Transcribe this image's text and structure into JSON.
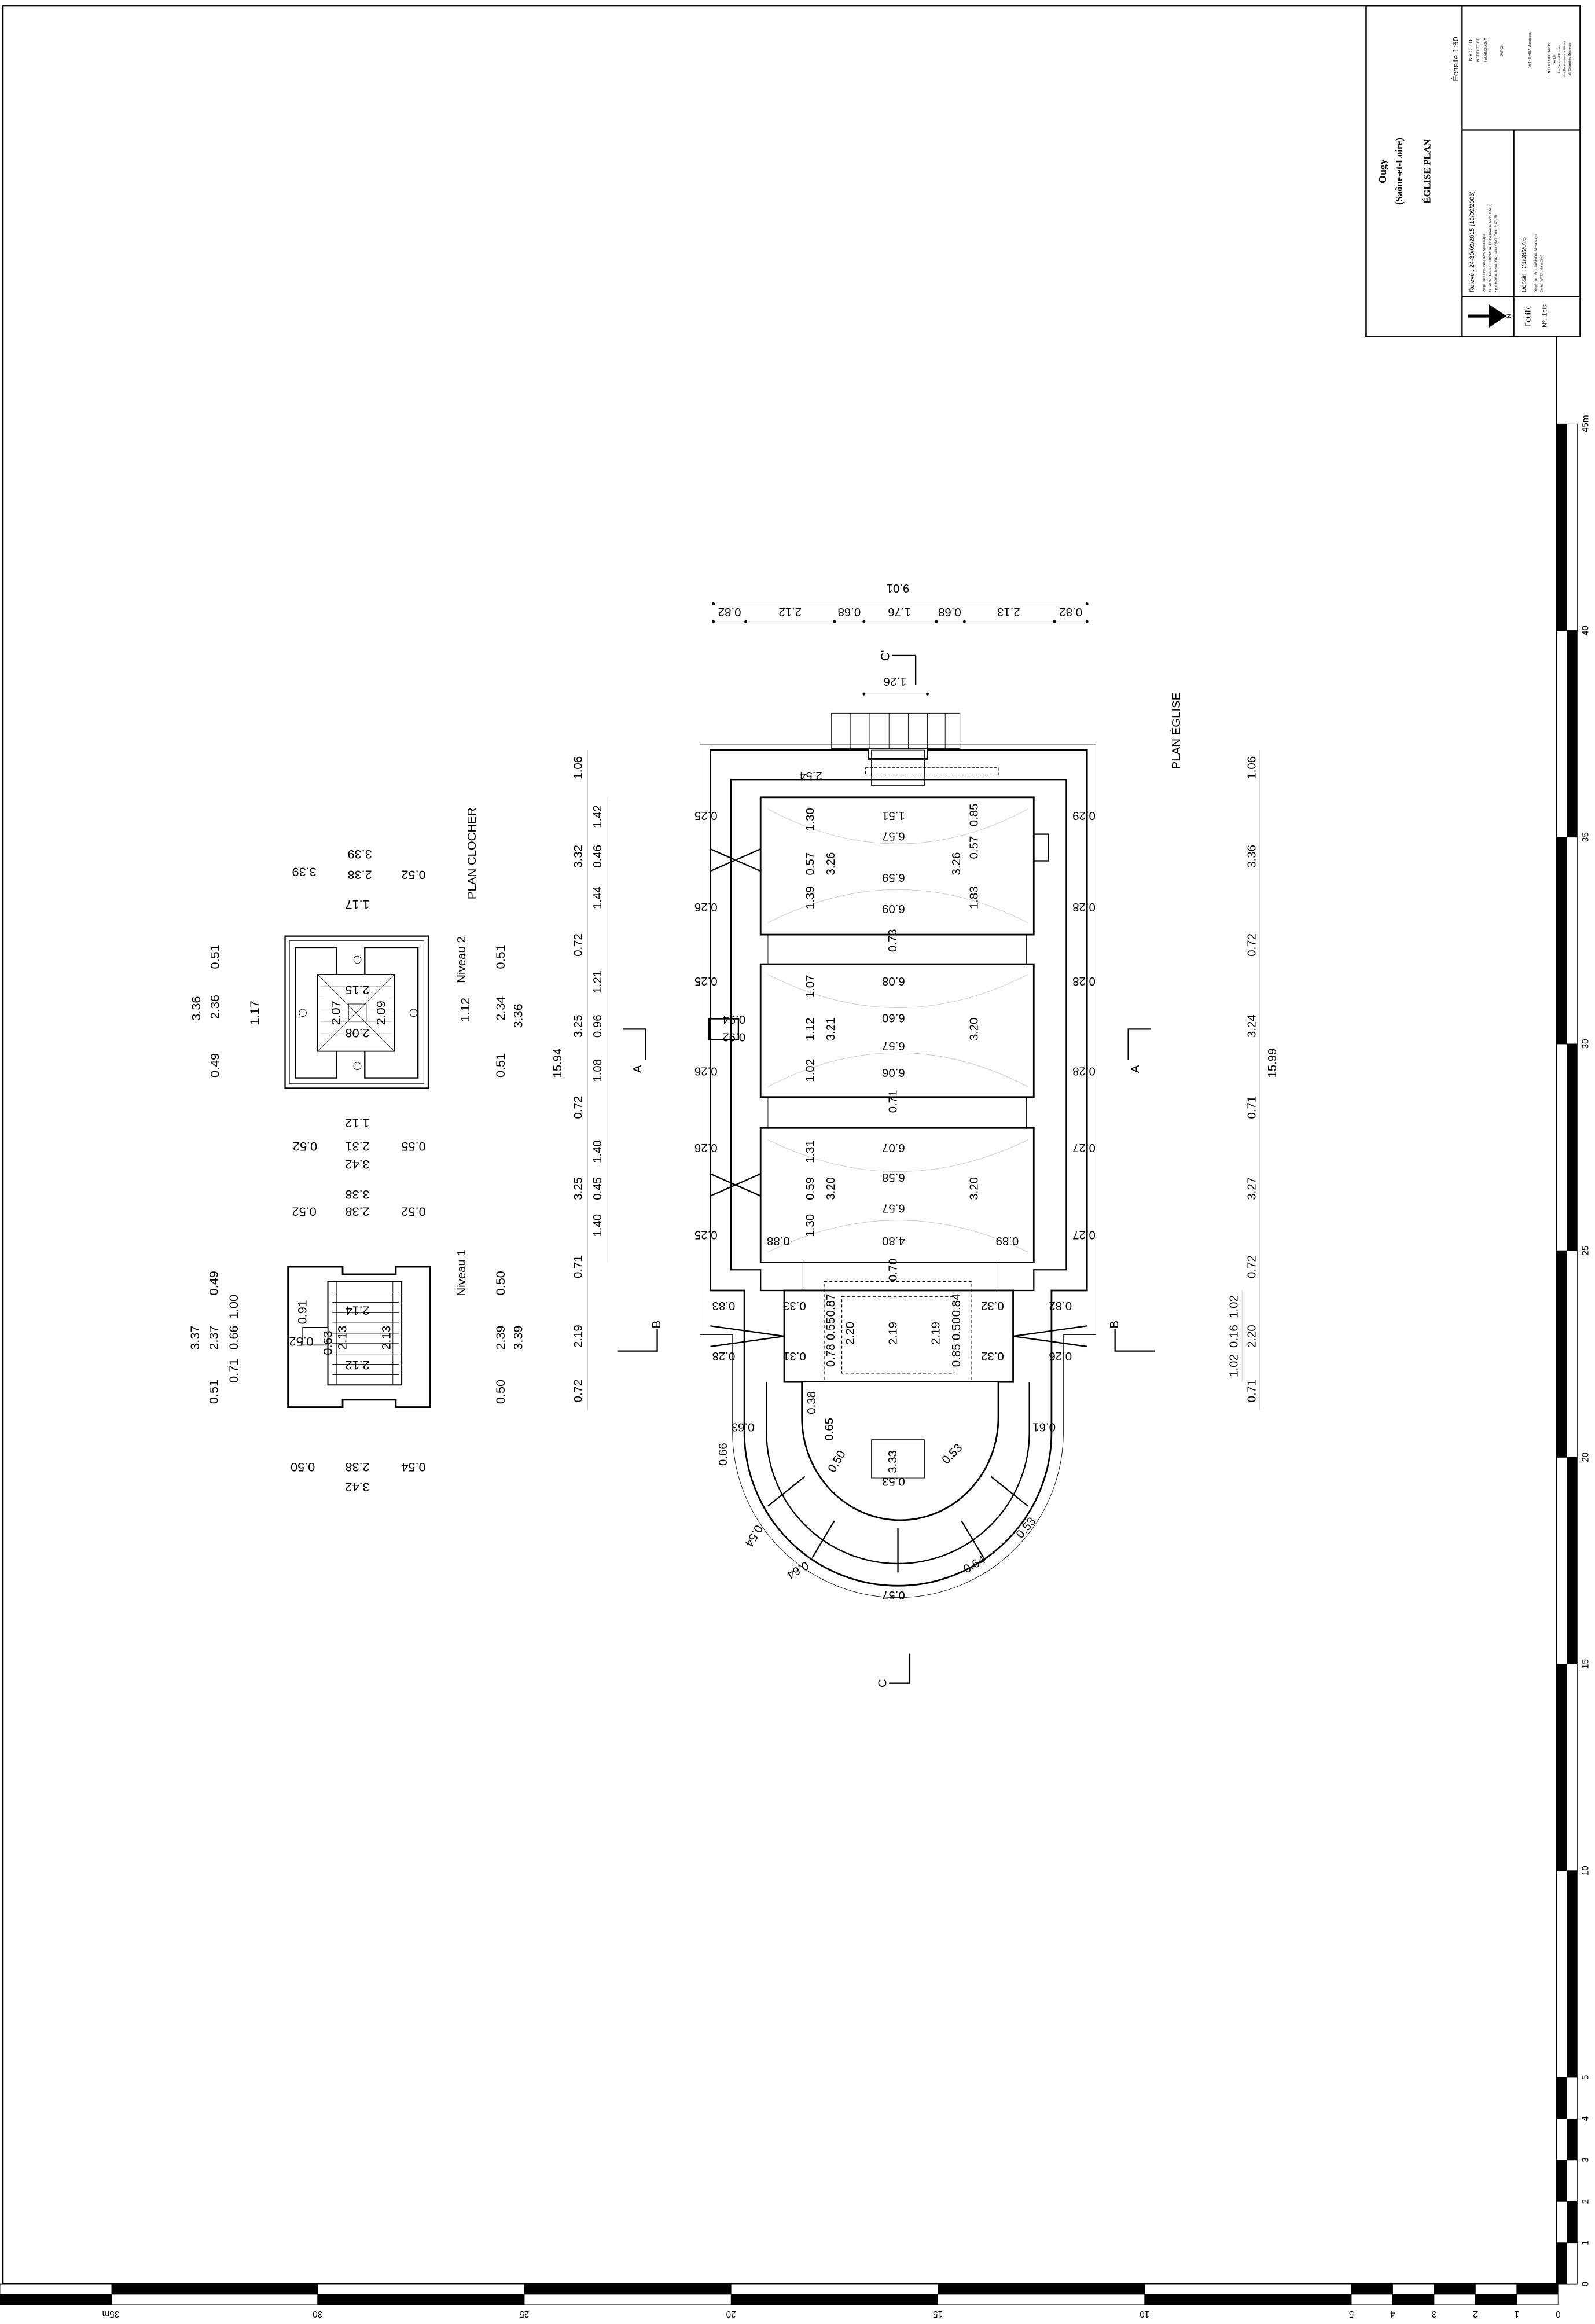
{
  "title_block": {
    "site": "Ougy",
    "department": "(Saône-et-Loire)",
    "title": "ÉGLISE PLAN",
    "scale": "Échelle  1:50",
    "institute": [
      "K Y O T O",
      "INSTITUTE OF",
      "TECHNOLOGY",
      "JAPON"
    ],
    "professor": "Prof.NISHIDA  Masatsugu",
    "collaboration": [
      "EN COLLABORATION",
      "AVEC",
      "Le Centre d'Études",
      "des Patrimoines culturels",
      "du Charolais-Brionnais"
    ],
    "releve": {
      "heading": "Relevé  :  24-30/09/2015 (19/09/2003)",
      "lines": [
        "Dirigé par : Prof. NISHIDA, Masatsugu",
        "Ai HARA,  Kosuke HIRONAGA,  Chiho IWATA,  Asahi KATO,",
        "Kenji KOGA,  Misaki OKI,  Mika ONO,  Chiki SUZURI"
      ]
    },
    "dessin": {
      "heading": "Dessin  :  29/08/2016",
      "lines": [
        "Dirigé par : Prof. NISHIDA, Masatsugu",
        "Chiho IWATA, Mika ONO"
      ]
    },
    "north": "N",
    "sheet_label": "Feuille",
    "sheet_number": "Nº. 1bis"
  },
  "plan_labels": {
    "church": "PLAN ÉGLISE",
    "bell_tower": "PLAN CLOCHER",
    "level2": "Niveau 2",
    "level1": "Niveau 1"
  },
  "section_markers": {
    "a_left": "A",
    "a_right": "A",
    "b_left": "B",
    "b_right": "B",
    "c_top": "C'",
    "c_bottom": "C"
  },
  "church_dimensions": [
    "9.01",
    "0.82",
    "2.12",
    "0.68",
    "1.76",
    "0.68",
    "2.13",
    "0.82",
    "1.26",
    "2.54",
    "1.06",
    "3.32",
    "0.72",
    "3.25",
    "0.72",
    "3.25",
    "0.71",
    "2.19",
    "0.72",
    "15.94",
    "1.42",
    "0.46",
    "1.44",
    "1.21",
    "0.96",
    "1.08",
    "1.40",
    "0.45",
    "1.40",
    "1.06",
    "3.36",
    "0.72",
    "3.24",
    "0.71",
    "3.27",
    "0.72",
    "2.20",
    "0.71",
    "15.99",
    "1.02",
    "0.16",
    "1.02",
    "0.25",
    "0.26",
    "0.25",
    "0.26",
    "0.26",
    "0.25",
    "0.29",
    "0.28",
    "0.28",
    "0.28",
    "0.27",
    "0.27",
    "1.30",
    "0.57",
    "1.39",
    "3.26",
    "3.26",
    "0.85",
    "0.57",
    "1.83",
    "1.51",
    "6.57",
    "6.59",
    "6.09",
    "0.73",
    "1.07",
    "1.12",
    "1.02",
    "3.21",
    "3.20",
    "6.08",
    "6.60",
    "6.57",
    "6.06",
    "0.94",
    "0.92",
    "0.71",
    "1.31",
    "0.59",
    "1.30",
    "3.20",
    "3.20",
    "6.07",
    "6.58",
    "6.57",
    "4.80",
    "0.88",
    "0.89",
    "0.70",
    "0.83",
    "0.33",
    "0.87",
    "0.55",
    "0.78",
    "2.20",
    "2.19",
    "2.19",
    "0.84",
    "0.50",
    "0.85",
    "0.32",
    "0.32",
    "0.82",
    "0.28",
    "0.31",
    "0.26",
    "0.38",
    "0.65",
    "0.50",
    "3.33",
    "0.53",
    "0.53",
    "0.63",
    "0.66",
    "0.61",
    "0.54",
    "0.64",
    "0.57",
    "0.64",
    "0.53"
  ],
  "tower_level2_dimensions": [
    "3.39",
    "3.39",
    "2.38",
    "0.52",
    "1.17",
    "3.36",
    "0.51",
    "2.36",
    "0.49",
    "1.17",
    "2.15",
    "2.07",
    "2.09",
    "2.08",
    "1.12",
    "0.51",
    "2.34",
    "0.51",
    "3.36",
    "1.12",
    "0.52",
    "2.31",
    "0.55",
    "3.42"
  ],
  "tower_level1_dimensions": [
    "3.38",
    "0.52",
    "2.38",
    "0.52",
    "3.37",
    "0.49",
    "2.37",
    "0.51",
    "1.00",
    "0.66",
    "0.71",
    "0.91",
    "0.52",
    "0.63",
    "2.14",
    "2.13",
    "2.13",
    "2.12",
    "0.50",
    "2.39",
    "0.50",
    "3.39",
    "0.50",
    "2.38",
    "0.54",
    "3.42"
  ],
  "scale_bar": {
    "bottom_labels": [
      "0",
      "1",
      "2",
      "3",
      "4",
      "5",
      "10",
      "15",
      "20",
      "25",
      "30",
      "35m"
    ],
    "side_labels": [
      "0",
      "1",
      "2",
      "3",
      "4",
      "5",
      "10",
      "15",
      "20",
      "25",
      "30",
      "35",
      "40",
      "45m"
    ]
  }
}
